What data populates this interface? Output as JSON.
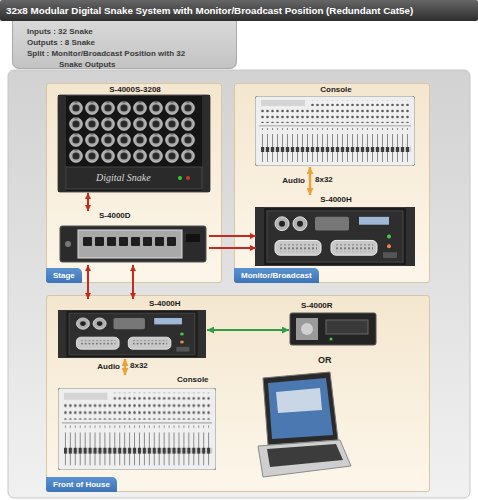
{
  "diagram": {
    "title": "32x8 Modular Digital Snake System with Monitor/Broadcast Position (Redundant Cat5e)",
    "nodes": [
      {
        "text": [
          "Inputs : 32 Snake",
          "Outputs : 8 Snake",
          "Split : Monitor/Broadcast Position with 32 Snake Outputs"
        ]
      },
      {
        "text": [
          "Stage"
        ]
      },
      {
        "text": [
          "S-4000S-3208"
        ],
        "in": 1
      },
      {
        "text": [
          "S-4000D"
        ],
        "in": 1
      },
      {
        "text": [
          "Monitor/Broadcast"
        ]
      },
      {
        "text": [
          "Console"
        ],
        "in": 4
      },
      {
        "text": [
          "S-4000H"
        ],
        "in": 4
      },
      {
        "text": [
          "Front of House"
        ]
      },
      {
        "text": [
          "S-4000H"
        ],
        "in": 7
      },
      {
        "text": [
          "S-4000R"
        ],
        "in": 7
      },
      {
        "text": [
          "Console"
        ],
        "in": 7
      }
    ],
    "edges": [
      {
        "from": 3,
        "to": 2,
        "arrow": "both"
      },
      {
        "from": 3,
        "to": 6,
        "arrow": "to"
      },
      {
        "from": 3,
        "to": 6,
        "arrow": "to"
      },
      {
        "from": 3,
        "to": 8,
        "arrow": "both"
      },
      {
        "from": 3,
        "to": 8,
        "arrow": "both"
      },
      {
        "from": 5,
        "to": 6,
        "label": "Audio",
        "arrow": "both"
      },
      {
        "from": 8,
        "to": 9,
        "arrow": "both"
      },
      {
        "from": 8,
        "to": 10,
        "label": "Audio",
        "arrow": "both"
      }
    ],
    "labels": [
      "Digital Snake",
      "8x32",
      "8x32",
      "OR"
    ]
  }
}
